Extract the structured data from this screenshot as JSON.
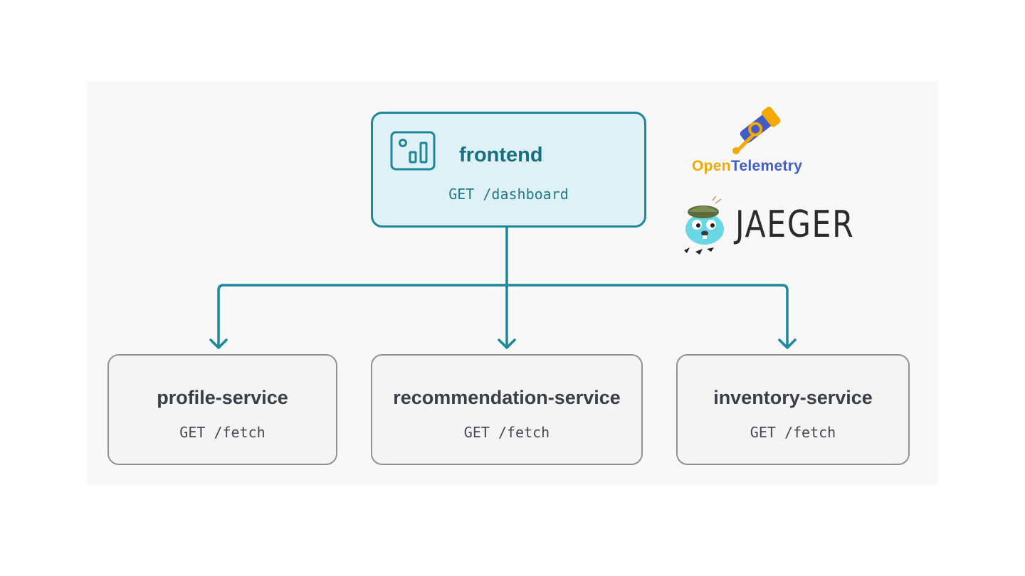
{
  "colors": {
    "accent": "#1c8899",
    "frontend_fill": "#dff1f5",
    "child_border": "#8f9297",
    "otel_orange": "#f5a800",
    "otel_blue": "#425cc7",
    "jaeger_text": "#2b2b2b",
    "jaeger_gopher": "#6ad7e5"
  },
  "frontend": {
    "icon": "dashboard-icon",
    "title": "frontend",
    "endpoint": "GET /dashboard"
  },
  "services": [
    {
      "title": "profile-service",
      "endpoint": "GET /fetch"
    },
    {
      "title": "recommendation-service",
      "endpoint": "GET /fetch"
    },
    {
      "title": "inventory-service",
      "endpoint": "GET /fetch"
    }
  ],
  "logos": {
    "opentelemetry": {
      "word_open": "Open",
      "word_telemetry": "Telemetry",
      "icon": "telescope-icon"
    },
    "jaeger": {
      "word": "JAEGER",
      "icon": "gopher-icon"
    }
  }
}
